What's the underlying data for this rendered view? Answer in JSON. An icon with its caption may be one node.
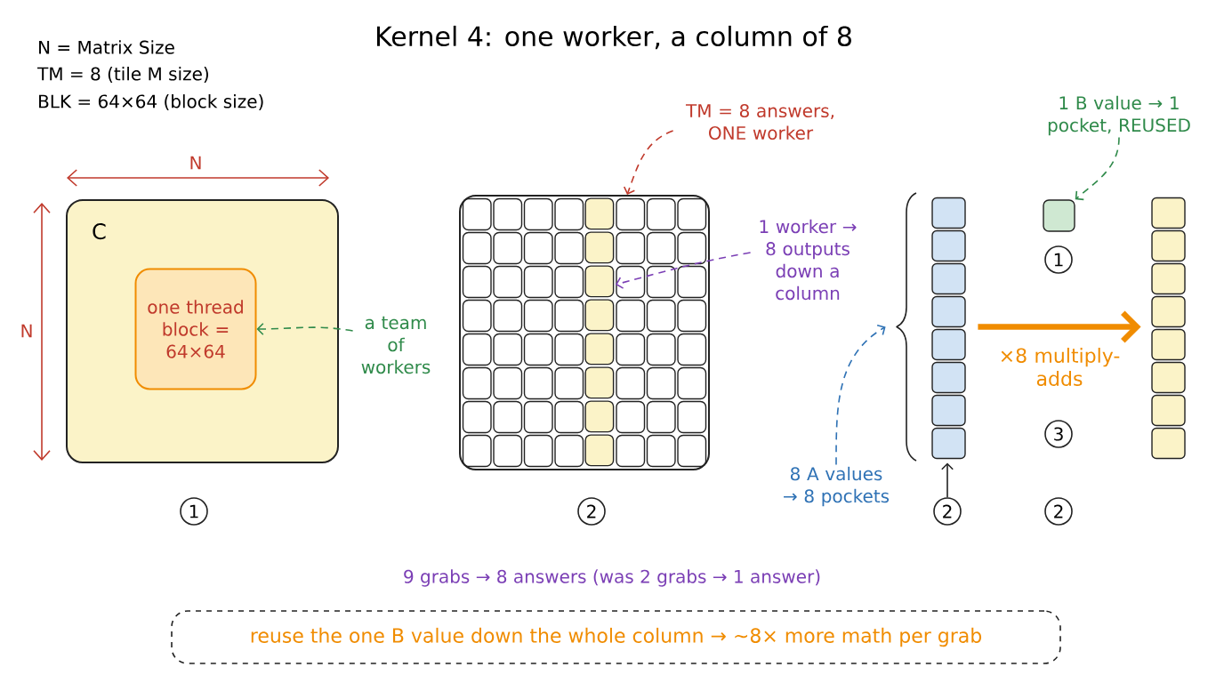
{
  "diagram": {
    "title": "Kernel 4: one worker, a column of 8",
    "nodes": [
      {
        "text": [
          "C"
        ]
      },
      {
        "text": [
          "one thread block = 64×64"
        ],
        "in": 0
      },
      {
        "text": [
          "a team of workers"
        ]
      },
      {
        "text": [
          "TM = 8 answers, ONE worker"
        ]
      },
      {
        "text": [],
        "shape": "box"
      },
      {
        "text": [],
        "shape": "bar",
        "in": 4
      },
      {
        "text": [
          "1 worker → 8 outputs down a column"
        ]
      },
      {
        "text": [
          "1 B value → 1 pocket, REUSED"
        ]
      },
      {
        "text": [],
        "shape": "bar"
      },
      {
        "text": [],
        "shape": "box"
      },
      {
        "text": [],
        "shape": "bar"
      },
      {
        "text": [
          "8 A values → 8 pockets"
        ]
      },
      {
        "text": [
          "2"
        ]
      },
      {
        "text": [
          "reuse the one B value down the whole column → ~8× more math per grab"
        ]
      },
      {
        "text": [
          "1"
        ]
      },
      {
        "text": [
          "2"
        ]
      },
      {
        "text": [
          "1"
        ]
      },
      {
        "text": [
          "3"
        ]
      },
      {
        "text": [
          "2"
        ]
      }
    ],
    "edges": [
      {
        "from": 2,
        "to": 1,
        "arrow": "to",
        "style": "dashed",
        "color": "#2f8a4a"
      },
      {
        "from": 3,
        "to": 4,
        "arrow": "to",
        "style": "dashed",
        "color": "#c0392b"
      },
      {
        "from": 6,
        "to": 5,
        "arrow": "to",
        "style": "dashed",
        "color": "#7b3fb5"
      },
      {
        "from": 7,
        "to": 9,
        "arrow": "to",
        "style": "dashed",
        "color": "#2f8a4a"
      },
      {
        "from": 11,
        "to": 8,
        "arrow": "to",
        "style": "dashed",
        "color": "#2f72b5"
      },
      {
        "from": 12,
        "to": 8,
        "arrow": "to",
        "color": "#222222"
      },
      {
        "from": 8,
        "to": 10,
        "arrow": "to",
        "style": "thick",
        "color": "#f08c00",
        "label": "×8 multiply-adds"
      }
    ],
    "labels": [
      "N = Matrix Size",
      "TM = 8 (tile M size)",
      "BLK = 64×64 (block size)",
      "N",
      "N",
      "9 grabs → 8 answers (was 2 grabs → 1 answer)"
    ]
  }
}
